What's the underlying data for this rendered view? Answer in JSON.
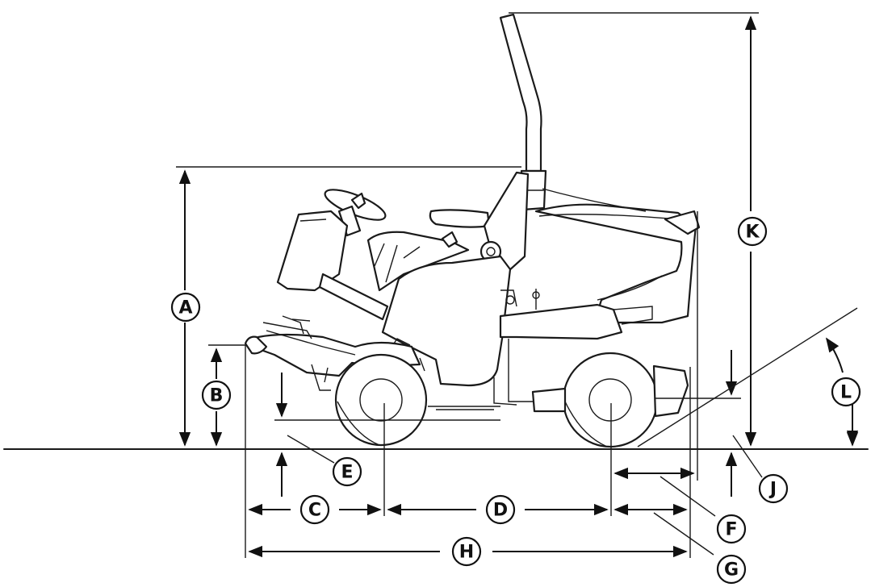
{
  "callouts": {
    "A": "A",
    "B": "B",
    "C": "C",
    "D": "D",
    "E": "E",
    "F": "F",
    "G": "G",
    "H": "H",
    "J": "J",
    "K": "K",
    "L": "L"
  }
}
